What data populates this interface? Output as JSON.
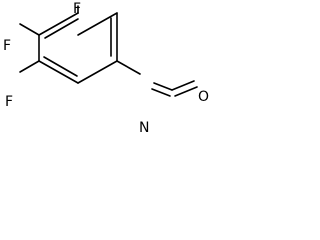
{
  "molecule": {
    "atoms": {
      "f_top": "F",
      "f_mid": "F",
      "f_bottom": "F",
      "nitrogen": "N",
      "oxygen": "O"
    }
  }
}
